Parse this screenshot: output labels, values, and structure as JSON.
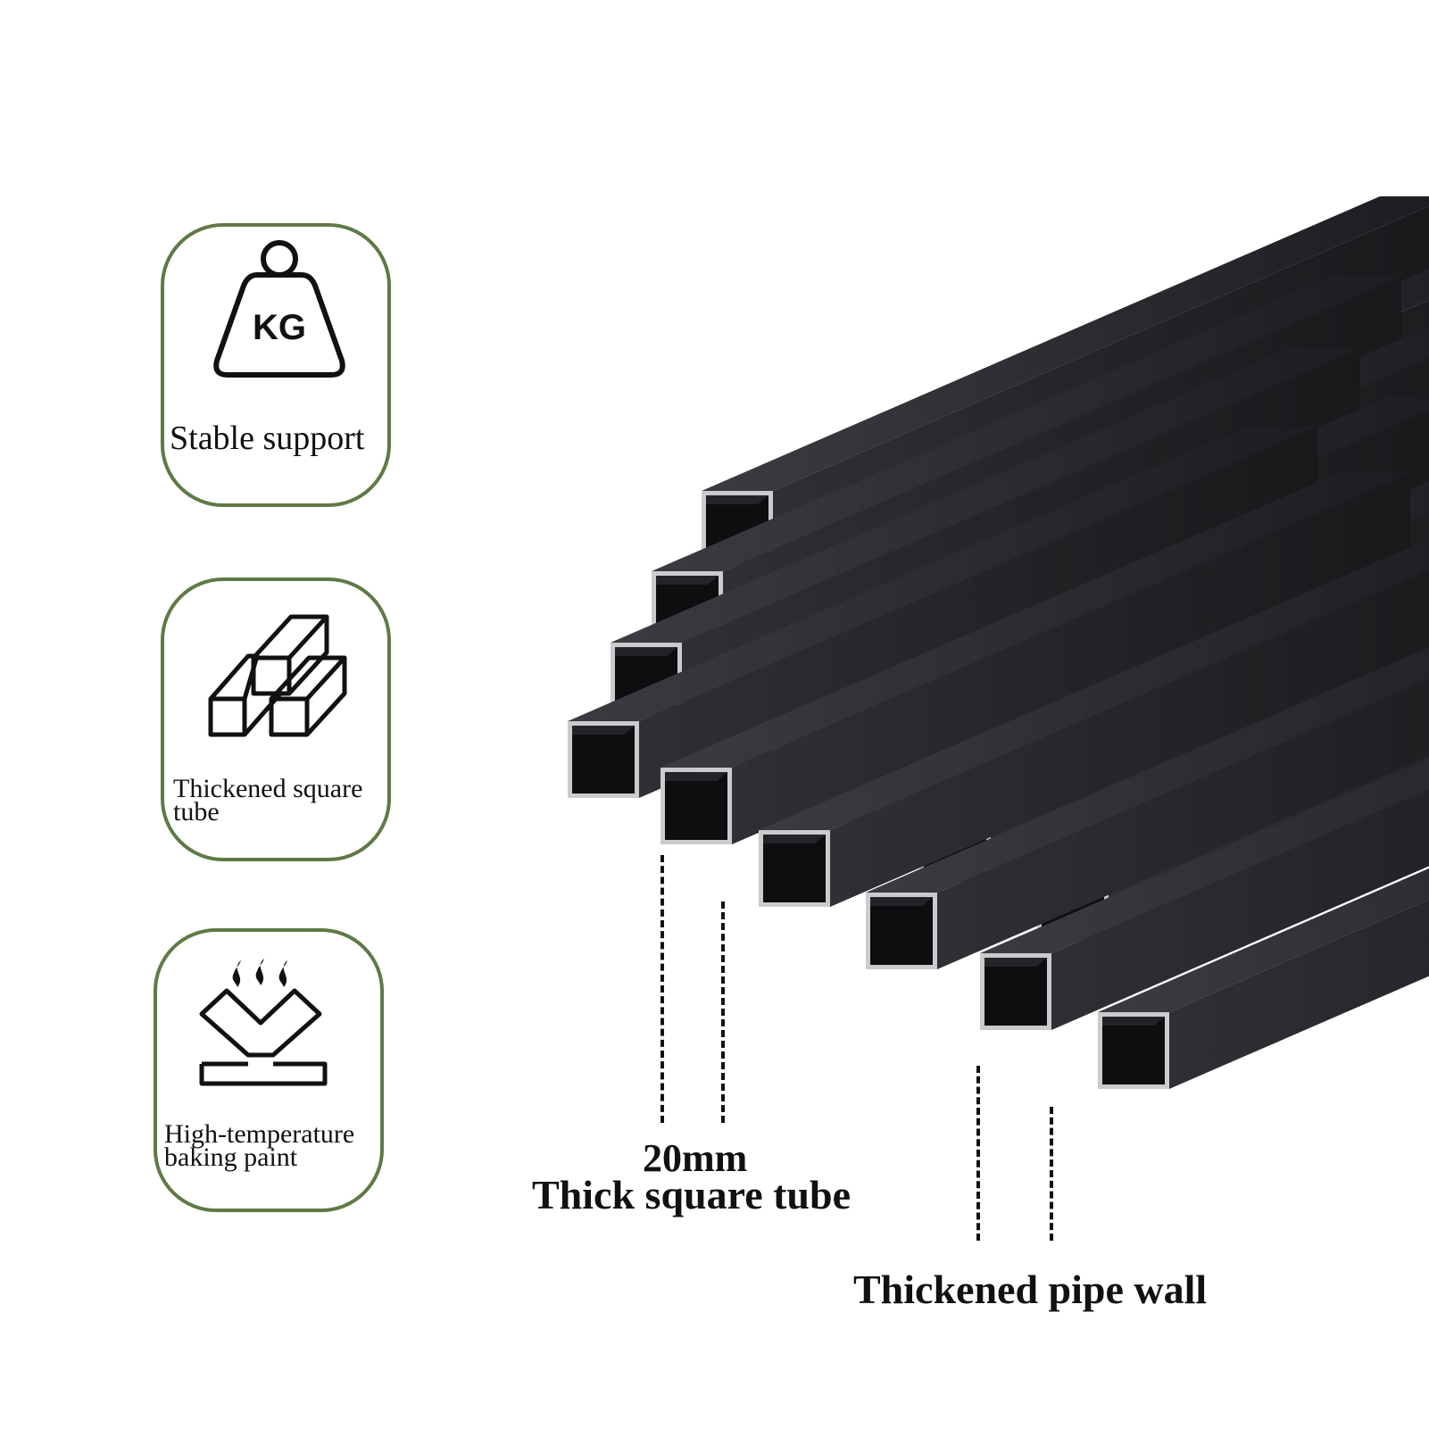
{
  "features": [
    {
      "label": "Stable support",
      "icon": "weight-kg-icon",
      "icon_text": "KG"
    },
    {
      "label_lines": [
        "Thickened square",
        "tube"
      ],
      "icon": "square-tubes-icon"
    },
    {
      "label_lines": [
        "High-temperature",
        "baking paint"
      ],
      "icon": "heat-baking-icon"
    }
  ],
  "annotations": {
    "size": "20mm",
    "size_caption": "Thick square tube",
    "wall": "Thickened pipe wall"
  },
  "colors": {
    "badge_border": "#5f7a45",
    "tube_body": "#2b2d30",
    "tube_edge": "#c9cbcd"
  }
}
